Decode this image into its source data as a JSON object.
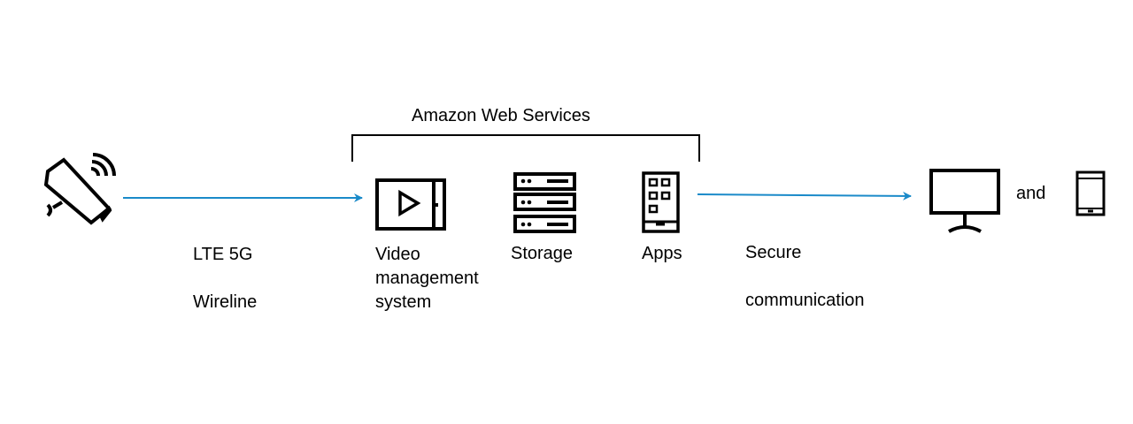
{
  "diagram": {
    "group_label": "Amazon Web Services",
    "source": {
      "icon": "security-camera-wireless-icon"
    },
    "link_in": {
      "label_line1": "LTE 5G",
      "label_line2": "Wireline"
    },
    "services": [
      {
        "icon": "video-player-icon",
        "label": "Video\nmanagement\nsystem"
      },
      {
        "icon": "server-rack-icon",
        "label": "Storage"
      },
      {
        "icon": "mobile-apps-icon",
        "label": "Apps"
      }
    ],
    "link_out": {
      "label_line1": "Secure",
      "label_line2": "communication"
    },
    "clients": {
      "monitor_icon": "monitor-icon",
      "joiner": "and",
      "phone_icon": "smartphone-icon"
    },
    "colors": {
      "arrow": "#1a8ac9",
      "stroke": "#000000"
    }
  }
}
